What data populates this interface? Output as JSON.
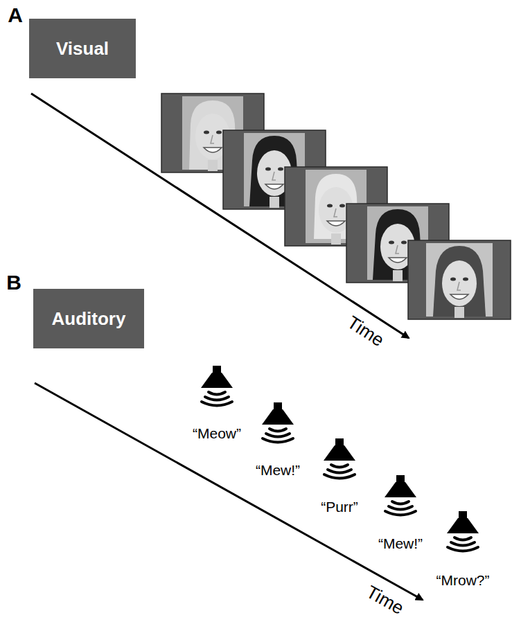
{
  "diagram": {
    "nodes": [
      {
        "text": [
          "Visual"
        ]
      },
      {
        "text": [
          "Auditory"
        ]
      }
    ],
    "labels": [
      "A",
      "B",
      "Time",
      "Time",
      "“Meow”",
      "“Mew!”",
      "“Purr”",
      "“Mew!”",
      "“Mrow?”"
    ]
  }
}
